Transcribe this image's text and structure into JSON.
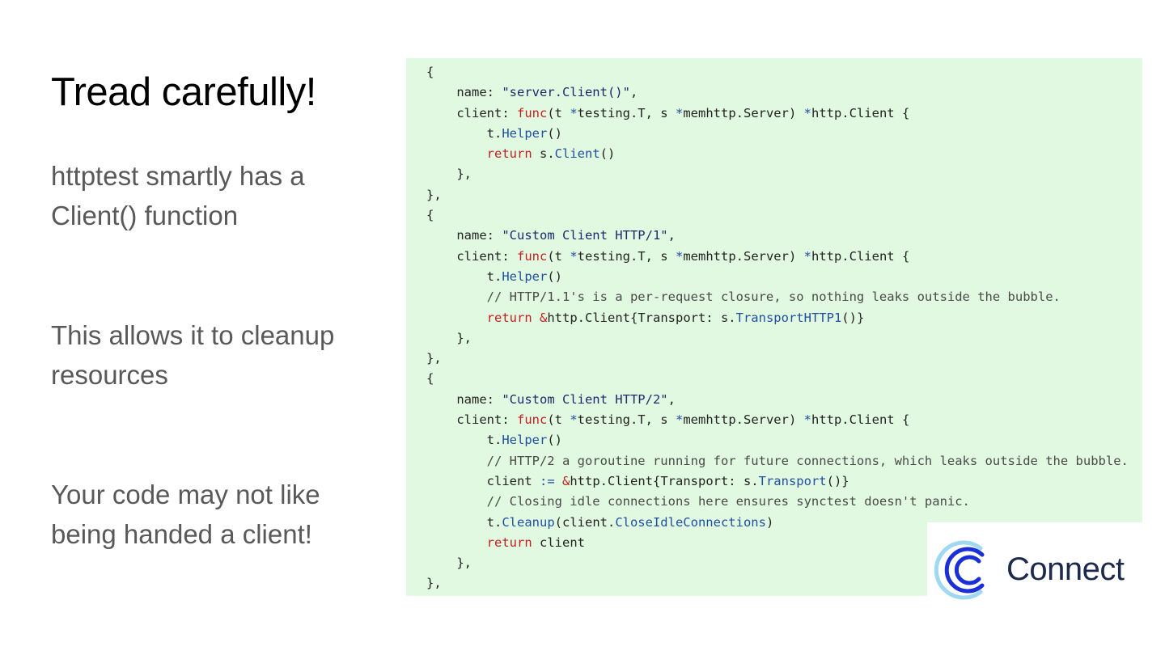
{
  "slide": {
    "title": "Tread carefully!",
    "paragraphs": [
      "httptest smartly has a Client() function",
      "This allows it to cleanup resources",
      "Your code may not like being handed a client!"
    ]
  },
  "code": {
    "lines": [
      [
        {
          "t": "{"
        }
      ],
      [
        {
          "t": "    name: "
        },
        {
          "t": "\"server.Client()\"",
          "c": "str"
        },
        {
          "t": ","
        }
      ],
      [
        {
          "t": "    client: "
        },
        {
          "t": "func",
          "c": "kw"
        },
        {
          "t": "(t "
        },
        {
          "t": "*",
          "c": "op"
        },
        {
          "t": "testing.T, s "
        },
        {
          "t": "*",
          "c": "op"
        },
        {
          "t": "memhttp.Server) "
        },
        {
          "t": "*",
          "c": "op"
        },
        {
          "t": "http.Client {"
        }
      ],
      [
        {
          "t": "        t."
        },
        {
          "t": "Helper",
          "c": "fn"
        },
        {
          "t": "()"
        }
      ],
      [
        {
          "t": "        "
        },
        {
          "t": "return",
          "c": "kw"
        },
        {
          "t": " s."
        },
        {
          "t": "Client",
          "c": "fn"
        },
        {
          "t": "()"
        }
      ],
      [
        {
          "t": "    },"
        }
      ],
      [
        {
          "t": "},"
        }
      ],
      [
        {
          "t": "{"
        }
      ],
      [
        {
          "t": "    name: "
        },
        {
          "t": "\"Custom Client HTTP/1\"",
          "c": "str"
        },
        {
          "t": ","
        }
      ],
      [
        {
          "t": "    client: "
        },
        {
          "t": "func",
          "c": "kw"
        },
        {
          "t": "(t "
        },
        {
          "t": "*",
          "c": "op"
        },
        {
          "t": "testing.T, s "
        },
        {
          "t": "*",
          "c": "op"
        },
        {
          "t": "memhttp.Server) "
        },
        {
          "t": "*",
          "c": "op"
        },
        {
          "t": "http.Client {"
        }
      ],
      [
        {
          "t": "        t."
        },
        {
          "t": "Helper",
          "c": "fn"
        },
        {
          "t": "()"
        }
      ],
      [
        {
          "t": "        "
        },
        {
          "t": "// HTTP/1.1's is a per-request closure, so nothing leaks outside the bubble.",
          "c": "cm"
        }
      ],
      [
        {
          "t": "        "
        },
        {
          "t": "return",
          "c": "kw"
        },
        {
          "t": " "
        },
        {
          "t": "&",
          "c": "kw"
        },
        {
          "t": "http.Client{Transport: s."
        },
        {
          "t": "TransportHTTP1",
          "c": "fn"
        },
        {
          "t": "()}"
        }
      ],
      [
        {
          "t": "    },"
        }
      ],
      [
        {
          "t": "},"
        }
      ],
      [
        {
          "t": "{"
        }
      ],
      [
        {
          "t": "    name: "
        },
        {
          "t": "\"Custom Client HTTP/2\"",
          "c": "str"
        },
        {
          "t": ","
        }
      ],
      [
        {
          "t": "    client: "
        },
        {
          "t": "func",
          "c": "kw"
        },
        {
          "t": "(t "
        },
        {
          "t": "*",
          "c": "op"
        },
        {
          "t": "testing.T, s "
        },
        {
          "t": "*",
          "c": "op"
        },
        {
          "t": "memhttp.Server) "
        },
        {
          "t": "*",
          "c": "op"
        },
        {
          "t": "http.Client {"
        }
      ],
      [
        {
          "t": "        t."
        },
        {
          "t": "Helper",
          "c": "fn"
        },
        {
          "t": "()"
        }
      ],
      [
        {
          "t": "        "
        },
        {
          "t": "// HTTP/2 a goroutine running for future connections, which leaks outside the bubble.",
          "c": "cm"
        }
      ],
      [
        {
          "t": "        client "
        },
        {
          "t": ":=",
          "c": "op"
        },
        {
          "t": " "
        },
        {
          "t": "&",
          "c": "kw"
        },
        {
          "t": "http.Client{Transport: s."
        },
        {
          "t": "Transport",
          "c": "fn"
        },
        {
          "t": "()}"
        }
      ],
      [
        {
          "t": "        "
        },
        {
          "t": "// Closing idle connections here ensures synctest doesn't panic.",
          "c": "cm"
        }
      ],
      [
        {
          "t": "        t."
        },
        {
          "t": "Cleanup",
          "c": "fn"
        },
        {
          "t": "(client."
        },
        {
          "t": "CloseIdleConnections",
          "c": "fn"
        },
        {
          "t": ")"
        }
      ],
      [
        {
          "t": "        "
        },
        {
          "t": "return",
          "c": "kw"
        },
        {
          "t": " client"
        }
      ],
      [
        {
          "t": "    },"
        }
      ],
      [
        {
          "t": "},"
        }
      ]
    ]
  },
  "logo": {
    "name": "Connect",
    "icon": "connect-logo-icon",
    "colors": {
      "dark": "#1a2fd6",
      "light": "#9fd8f2"
    }
  },
  "colors": {
    "code_background": "#e1f9e1",
    "string": "#1a2a6c",
    "keyword": "#c02020",
    "function": "#1f4fa0",
    "comment": "#4a4a4a",
    "body_text": "#595959"
  }
}
